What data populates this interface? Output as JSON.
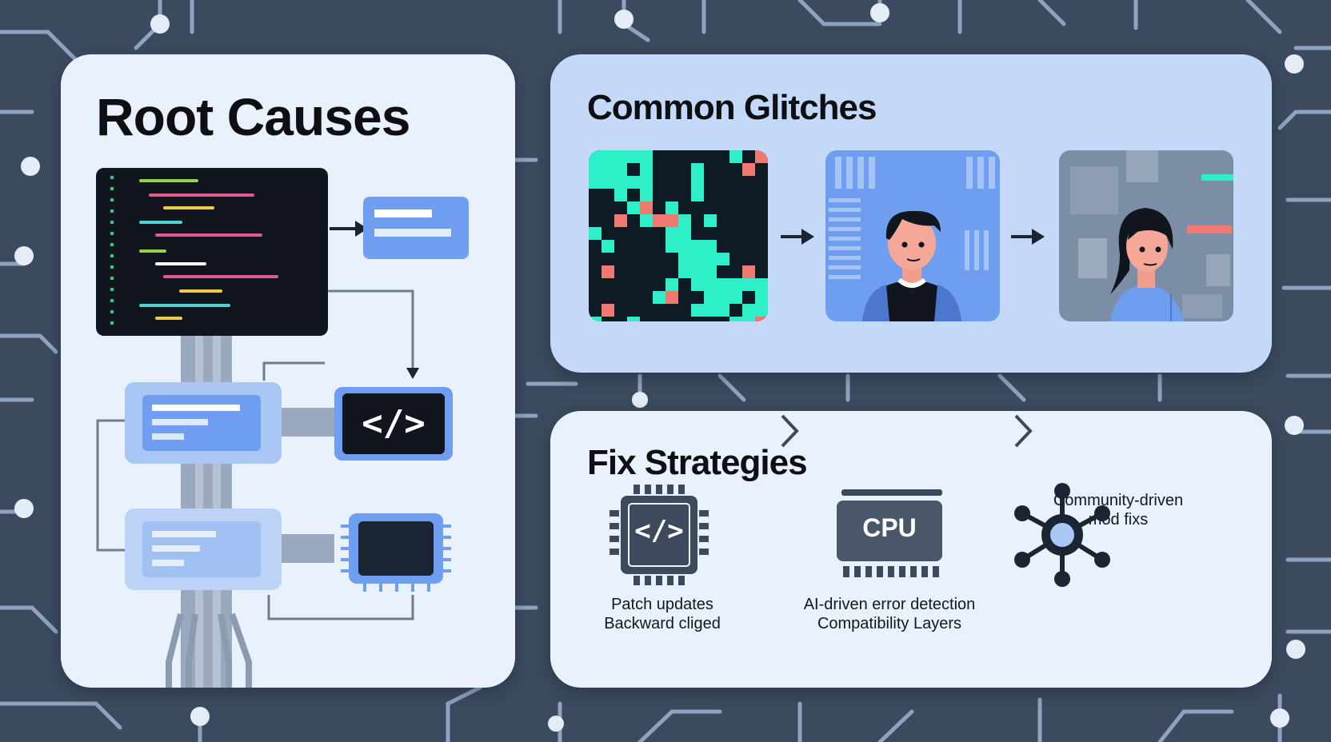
{
  "panels": {
    "root_causes": {
      "title": "Root Causes",
      "code_symbol": "</>"
    },
    "common_glitches": {
      "title": "Common Glitches"
    },
    "fix_strategies": {
      "title": "Fix Strategies",
      "items": [
        {
          "icon": "code-chip-icon",
          "icon_text": "</>",
          "lines": [
            "Patch updates",
            "Backward cliged"
          ]
        },
        {
          "icon": "cpu-icon",
          "icon_text": "CPU",
          "lines": [
            "AI-driven error detection",
            "Compatibility Layers"
          ]
        },
        {
          "icon": "network-hub-icon",
          "icon_text": "",
          "lines": [
            "Community-driven",
            "mod fixs"
          ]
        }
      ]
    }
  },
  "colors": {
    "background": "#3b4a5e",
    "panel_light": "#e9f1fc",
    "panel_blue": "#c4d9f7",
    "accent_blue": "#6f9ef0",
    "dark": "#1b2433",
    "glitch_teal": "#2ef0c8",
    "glitch_red": "#f07a72"
  }
}
